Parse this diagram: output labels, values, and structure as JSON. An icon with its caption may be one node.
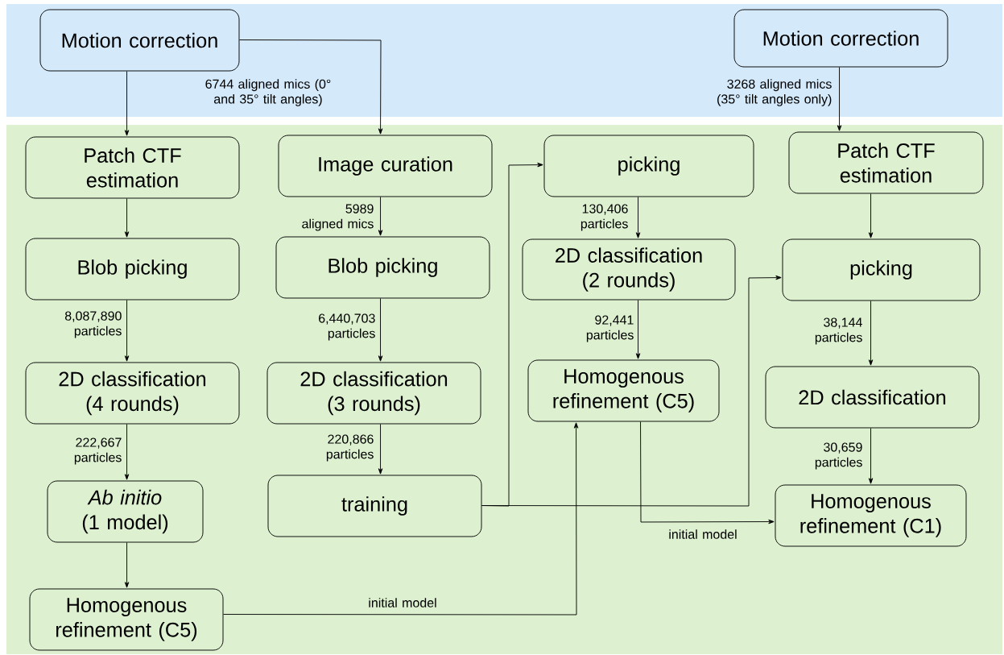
{
  "diagram": {
    "nodes": [
      {
        "text": [],
        "shape": "box"
      },
      {
        "text": [],
        "shape": "box"
      },
      {
        "text": [
          "Motion correction"
        ],
        "in": 0
      },
      {
        "text": [
          "Motion correction"
        ],
        "in": 0
      },
      {
        "text": [
          "Patch CTF estimation"
        ],
        "in": 1
      },
      {
        "text": [
          "Image curation"
        ],
        "in": 1
      },
      {
        "text": [
          "picking"
        ],
        "in": 1
      },
      {
        "text": [
          "Patch CTF estimation"
        ],
        "in": 1
      },
      {
        "text": [
          "Blob picking"
        ],
        "in": 1
      },
      {
        "text": [
          "Blob picking"
        ],
        "in": 1
      },
      {
        "text": [
          "2D classification (2 rounds)"
        ],
        "in": 1
      },
      {
        "text": [
          "picking"
        ],
        "in": 1
      },
      {
        "text": [
          "2D classification (4 rounds)"
        ],
        "in": 1
      },
      {
        "text": [
          "2D classification (3 rounds)"
        ],
        "in": 1
      },
      {
        "text": [
          "Homogenous refinement (C5)"
        ],
        "in": 1
      },
      {
        "text": [
          "2D classification"
        ],
        "in": 1
      },
      {
        "text": [
          "*Ab initio* (1 model)"
        ],
        "in": 1
      },
      {
        "text": [
          "training"
        ],
        "in": 1
      },
      {
        "text": [
          "Homogenous refinement (C1)"
        ],
        "in": 1
      },
      {
        "text": [
          "Homogenous refinement (C5)"
        ],
        "in": 1
      }
    ],
    "edges": [
      {
        "from": 2,
        "to": 4,
        "arrow": "to"
      },
      {
        "from": 2,
        "to": 5,
        "arrow": "to",
        "label": "6744 aligned mics (0° and 35° tilt angles)"
      },
      {
        "from": 3,
        "to": 7,
        "arrow": "to",
        "label": "3268 aligned mics (35° tilt angles only)"
      },
      {
        "from": 4,
        "to": 8,
        "arrow": "to"
      },
      {
        "from": 8,
        "to": 12,
        "arrow": "to",
        "label": "8,087,890 particles"
      },
      {
        "from": 12,
        "to": 16,
        "arrow": "to",
        "label": "222,667 particles"
      },
      {
        "from": 16,
        "to": 19,
        "arrow": "to"
      },
      {
        "from": 19,
        "to": 14,
        "arrow": "to",
        "label": "initial model"
      },
      {
        "from": 5,
        "to": 9,
        "arrow": "to",
        "label": "5989 aligned mics"
      },
      {
        "from": 9,
        "to": 13,
        "arrow": "to",
        "label": "6,440,703 particles"
      },
      {
        "from": 13,
        "to": 17,
        "arrow": "to",
        "label": "220,866 particles"
      },
      {
        "from": 17,
        "to": 6,
        "arrow": "to"
      },
      {
        "from": 17,
        "to": 11,
        "arrow": "to"
      },
      {
        "from": 6,
        "to": 10,
        "arrow": "to",
        "label": "130,406 particles"
      },
      {
        "from": 10,
        "to": 14,
        "arrow": "to",
        "label": "92,441 particles"
      },
      {
        "from": 14,
        "to": 18,
        "arrow": "to",
        "label": "initial model"
      },
      {
        "from": 7,
        "to": 11,
        "arrow": "to"
      },
      {
        "from": 11,
        "to": 15,
        "arrow": "to",
        "label": "38,144 particles"
      },
      {
        "from": 15,
        "to": 18,
        "arrow": "to",
        "label": "30,659 particles"
      }
    ]
  }
}
